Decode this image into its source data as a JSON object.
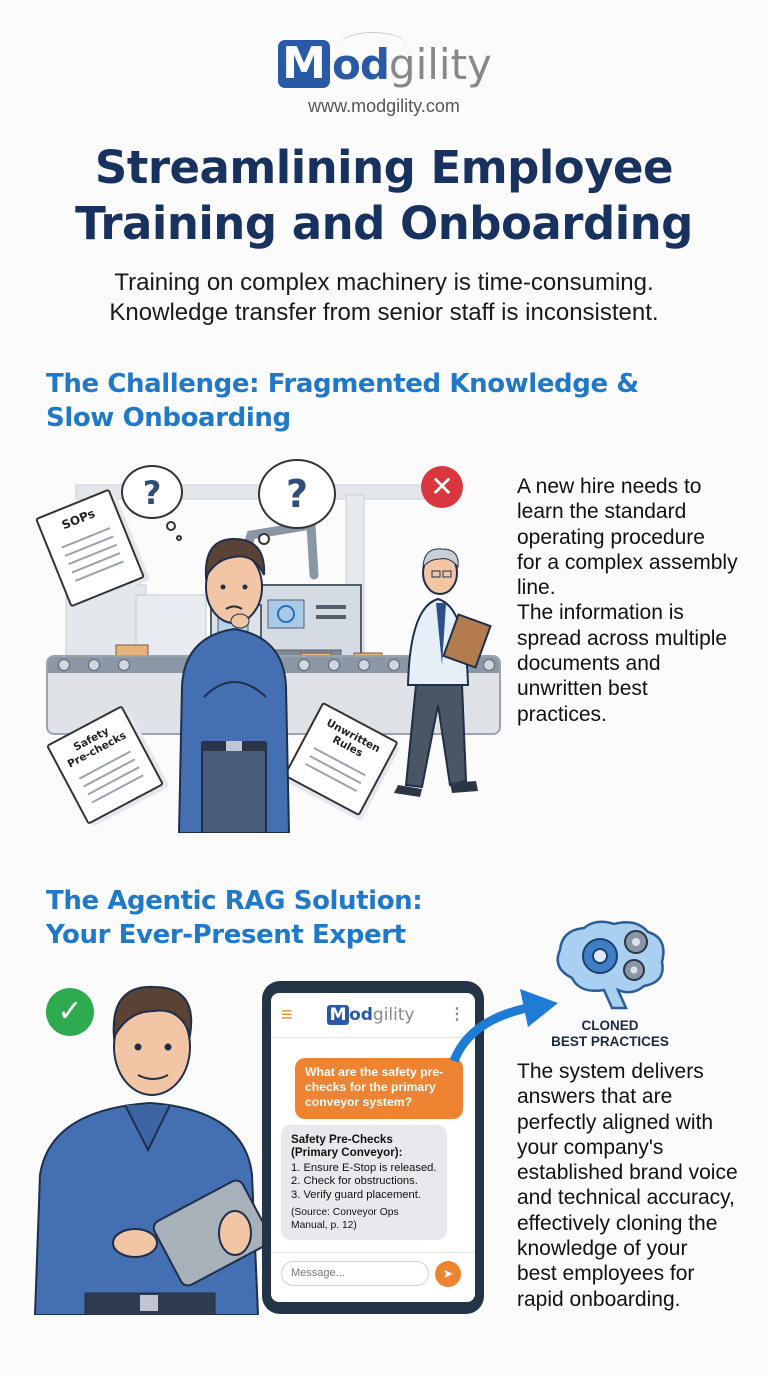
{
  "header": {
    "logo": {
      "mark": "M",
      "bold_part": "od",
      "light_part": "gility",
      "brand_color": "#2a5aa6"
    },
    "url": "www.modgility.com",
    "title_line1": "Streamlining Employee",
    "title_line2": "Training and Onboarding",
    "subtitle_line1": "Training on complex machinery is time-consuming.",
    "subtitle_line2": "Knowledge transfer from senior staff is inconsistent."
  },
  "challenge": {
    "heading_line1": "The Challenge: Fragmented Knowledge &",
    "heading_line2": "Slow Onboarding",
    "body_line1": "A new hire needs to",
    "body_line2": "learn the standard",
    "body_line3": "operating procedure",
    "body_line4": "for a complex assembly",
    "body_line5": "line.",
    "body_line6": "The information is",
    "body_line7": "spread across multiple",
    "body_line8": "documents and",
    "body_line9": "unwritten best",
    "body_line10": "practices.",
    "illustration": {
      "doc_sops": "SOPs",
      "doc_safety_line1": "Safety",
      "doc_safety_line2": "Pre-checks",
      "doc_unwritten_line1": "Unwritten",
      "doc_unwritten_line2": "Rules",
      "thought_mark": "?",
      "status_icon": "x-icon",
      "status_glyph": "✕",
      "status_color": "#d9363e"
    }
  },
  "solution": {
    "heading_line1": "The Agentic RAG Solution:",
    "heading_line2": "Your Ever-Present Expert",
    "status_icon": "check-icon",
    "status_glyph": "✓",
    "status_color": "#2eab4f",
    "app": {
      "menu_glyph": "≡",
      "logo_mark": "M",
      "logo_bold": "od",
      "logo_light": "gility",
      "kebab_glyph": "⋮",
      "user_message": "What are the safety pre-checks for the primary conveyor system?",
      "bot_title": "Safety Pre-Checks (Primary Conveyor):",
      "bot_steps": [
        "1. Ensure E-Stop is released.",
        "2. Check for obstructions.",
        "3. Verify guard placement."
      ],
      "bot_source": "(Source: Conveyor Ops Manual, p. 12)",
      "input_placeholder": "Message...",
      "send_glyph": "➤",
      "accent_color": "#ee8432"
    },
    "brain_label_line1": "CLONED",
    "brain_label_line2": "BEST PRACTICES",
    "body_line1": "The system delivers",
    "body_line2": "answers that are",
    "body_line3": "perfectly aligned with",
    "body_line4": "your company's",
    "body_line5": "established brand voice",
    "body_line6": "and technical accuracy,",
    "body_line7": "effectively cloning the",
    "body_line8": "knowledge of your",
    "body_line9": "best employees for",
    "body_line10": "rapid onboarding."
  }
}
